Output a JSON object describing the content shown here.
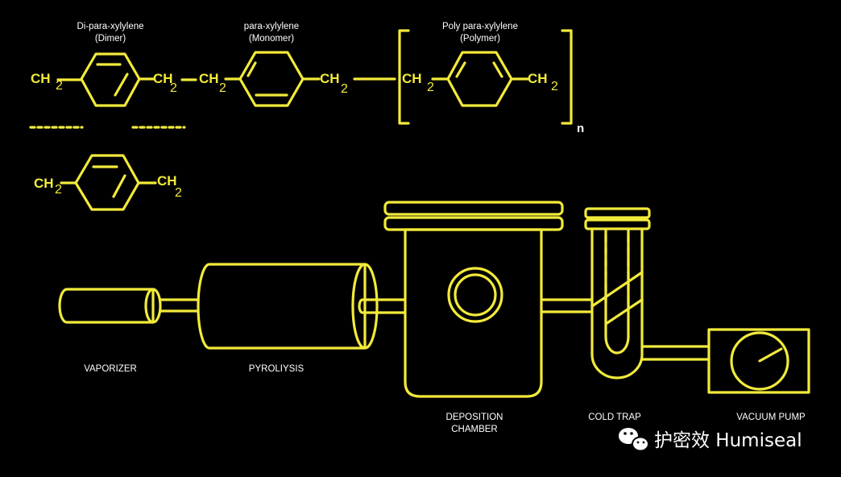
{
  "colors": {
    "background": "#000000",
    "accent": "#f2ea3a",
    "label": "#ffffff"
  },
  "chemistry": {
    "dimer": {
      "name": "Di-para-xylylene",
      "role": "(Dimer)"
    },
    "monomer": {
      "name": "para-xylylene",
      "role": "(Monomer)"
    },
    "polymer": {
      "name": "Poly para-xylylene",
      "role": "(Polymer)"
    },
    "group": "CH",
    "group_sub": "2",
    "repeat_sub": "n"
  },
  "process": {
    "vaporizer": "VAPORIZER",
    "pyrolysis": "PYROLIYSIS",
    "deposition_line1": "DEPOSITION",
    "deposition_line2": "CHAMBER",
    "cold_trap": "COLD TRAP",
    "vacuum_pump": "VACUUM PUMP"
  },
  "watermark": {
    "icon": "wechat-icon",
    "text": "护密效 Humiseal"
  }
}
